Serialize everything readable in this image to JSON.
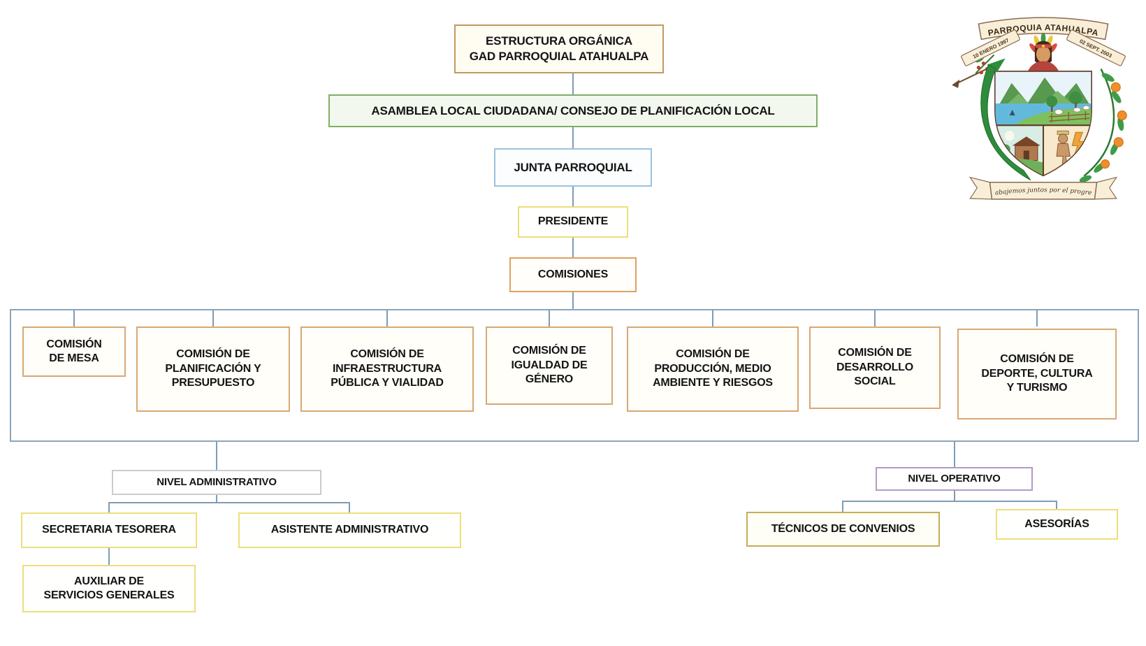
{
  "org": {
    "title": "ESTRUCTURA ORGÁNICA\nGAD PARROQUIAL ATAHUALPA",
    "asamblea": "ASAMBLEA LOCAL CIUDADANA/ CONSEJO DE PLANIFICACIÓN LOCAL",
    "junta": "JUNTA PARROQUIAL",
    "presidente": "PRESIDENTE",
    "comisiones": "COMISIONES",
    "commissions": [
      "COMISIÓN\nDE MESA",
      "COMISIÓN DE\nPLANIFICACIÓN Y\nPRESUPUESTO",
      "COMISIÓN DE\nINFRAESTRUCTURA\nPÚBLICA Y VIALIDAD",
      "COMISIÓN DE\nIGUALDAD DE\nGÉNERO",
      "COMISIÓN DE\nPRODUCCIÓN, MEDIO\nAMBIENTE Y RIESGOS",
      "COMISIÓN DE\nDESARROLLO\nSOCIAL",
      "COMISIÓN DE\nDEPORTE, CULTURA\nY TURISMO"
    ],
    "admin_level": {
      "label": "NIVEL ADMINISTRATIVO",
      "children": [
        "SECRETARIA TESORERA",
        "ASISTENTE ADMINISTRATIVO"
      ],
      "sub_child": "AUXILIAR DE\nSERVICIOS GENERALES"
    },
    "operative_level": {
      "label": "NIVEL OPERATIVO",
      "children": [
        "TÉCNICOS DE CONVENIOS",
        "ASESORÍAS"
      ]
    }
  },
  "logo": {
    "banner": "PARROQUIA ATAHUALPA",
    "ribbon_left": "10 ENERO 1997",
    "ribbon_right": "02 SEPT. 2003",
    "motto": "Trabajemos juntos por el progreso"
  },
  "colors": {
    "connector_line": "#7F9CB6",
    "container_border": "#8AA5BC",
    "title_border": "#C09A62",
    "asamblea_border": "#7FAE66",
    "junta_border": "#9CC3DC",
    "yellow_border": "#EDDE7A",
    "comisiones_border": "#DFA160",
    "commission_border": "#D9A873",
    "admin_border": "#C9CCCE",
    "operative_border": "#B39BC8",
    "tecnicos_border": "#C5AE52",
    "crest_green": "#2F8C3C",
    "crest_cream": "#F9EFD8"
  }
}
